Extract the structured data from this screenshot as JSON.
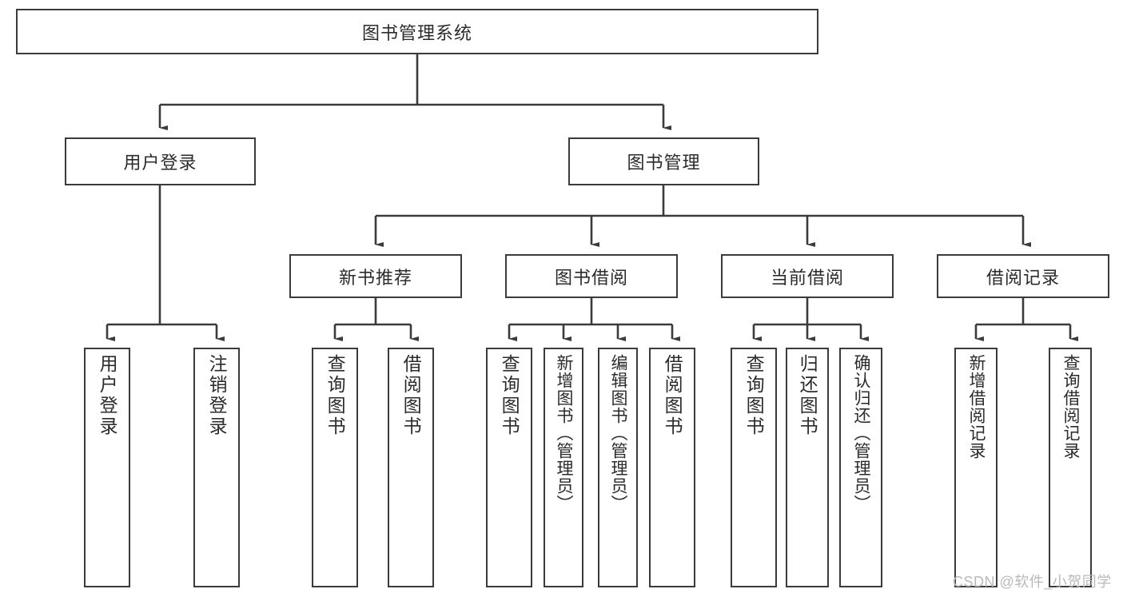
{
  "diagram": {
    "title": "图书管理系统",
    "type": "tree-hierarchy-diagram",
    "root": {
      "label": "图书管理系统"
    },
    "level1": [
      {
        "label": "用户登录"
      },
      {
        "label": "图书管理"
      }
    ],
    "level2": [
      {
        "label": "新书推荐"
      },
      {
        "label": "图书借阅"
      },
      {
        "label": "当前借阅"
      },
      {
        "label": "借阅记录"
      }
    ],
    "leaves": {
      "user_login": [
        {
          "label": "用户登录"
        },
        {
          "label": "注销登录"
        }
      ],
      "new_book_recommend": [
        {
          "label": "查询图书"
        },
        {
          "label": "借阅图书"
        }
      ],
      "book_borrow": [
        {
          "label": "查询图书"
        },
        {
          "label": "新增图书（管理员）"
        },
        {
          "label": "编辑图书（管理员）"
        },
        {
          "label": "借阅图书"
        }
      ],
      "current_borrow": [
        {
          "label": "查询图书"
        },
        {
          "label": "归还图书"
        },
        {
          "label": "确认归还（管理员）"
        }
      ],
      "borrow_record": [
        {
          "label": "新增借阅记录"
        },
        {
          "label": "查询借阅记录"
        }
      ]
    }
  },
  "watermark": {
    "text": "CSDN @软件_小贺同学"
  },
  "colors": {
    "border": "#3b3b3b",
    "text": "#2b2b2b",
    "background": "#ffffff",
    "watermark": "#b9b9b9"
  }
}
